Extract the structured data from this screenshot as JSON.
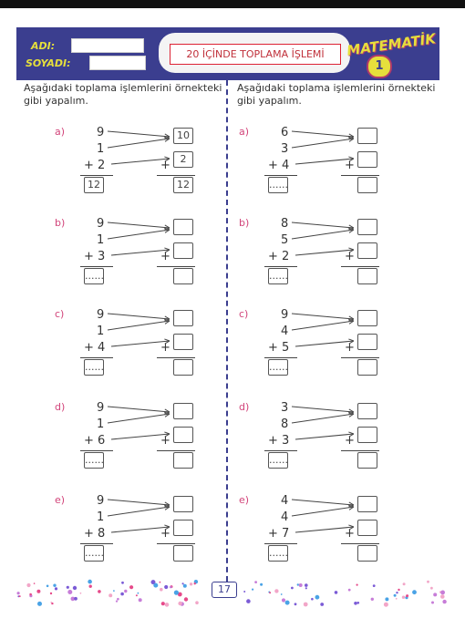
{
  "header": {
    "name_label": "ADI:",
    "surname_label": "SOYADI:",
    "title": "20 İÇİNDE TOPLAMA İŞLEMİ",
    "brand": "MATEMATİK",
    "brand_number": "1"
  },
  "left_instruction": "Aşağıdaki toplama işlemlerini örnekteki gibi yapalım.",
  "right_instruction": "Aşağıdaki toplama işlemlerini örnekteki gibi yapalım.",
  "left_problems": [
    {
      "label": "a)",
      "n1": "9",
      "n2": "1",
      "n3": "+ 2",
      "total": "12",
      "box1": "10",
      "box2": "2",
      "box3": "12"
    },
    {
      "label": "b)",
      "n1": "9",
      "n2": "1",
      "n3": "+ 3",
      "total": "......",
      "box1": "",
      "box2": "",
      "box3": ""
    },
    {
      "label": "c)",
      "n1": "9",
      "n2": "1",
      "n3": "+ 4",
      "total": "......",
      "box1": "",
      "box2": "",
      "box3": ""
    },
    {
      "label": "d)",
      "n1": "9",
      "n2": "1",
      "n3": "+ 6",
      "total": "......",
      "box1": "",
      "box2": "",
      "box3": ""
    },
    {
      "label": "e)",
      "n1": "9",
      "n2": "1",
      "n3": "+ 8",
      "total": "......",
      "box1": "",
      "box2": "",
      "box3": ""
    }
  ],
  "right_problems": [
    {
      "label": "a)",
      "n1": "6",
      "n2": "3",
      "n3": "+ 4",
      "total": "......",
      "box1": "",
      "box2": "",
      "box3": ""
    },
    {
      "label": "b)",
      "n1": "8",
      "n2": "5",
      "n3": "+ 2",
      "total": "......",
      "box1": "",
      "box2": "",
      "box3": ""
    },
    {
      "label": "c)",
      "n1": "9",
      "n2": "4",
      "n3": "+ 5",
      "total": "......",
      "box1": "",
      "box2": "",
      "box3": ""
    },
    {
      "label": "d)",
      "n1": "3",
      "n2": "8",
      "n3": "+ 3",
      "total": "......",
      "box1": "",
      "box2": "",
      "box3": ""
    },
    {
      "label": "e)",
      "n1": "4",
      "n2": "4",
      "n3": "+ 7",
      "total": "......",
      "box1": "",
      "box2": "",
      "box3": ""
    }
  ],
  "page_number": "17",
  "colors": {
    "header_bg": "#3b3e8f",
    "label_pink": "#d2447a",
    "title_red": "#c0303a"
  }
}
